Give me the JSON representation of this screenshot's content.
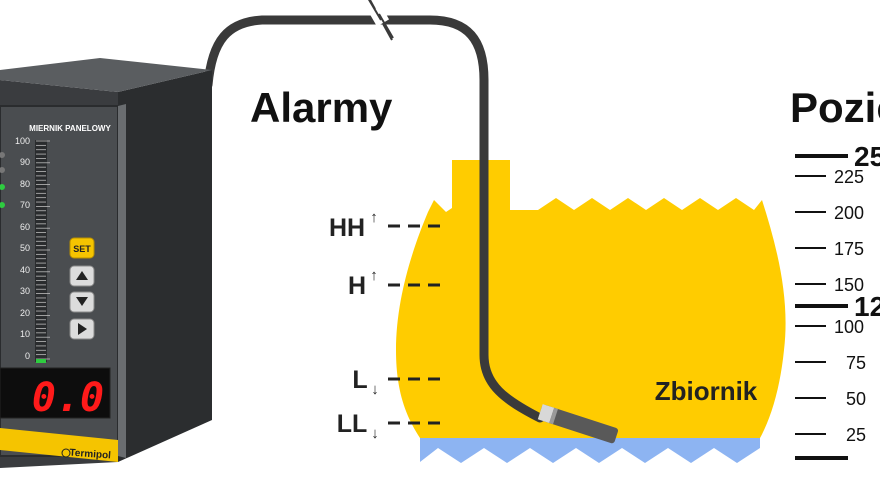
{
  "headings": {
    "alarms": "Alarmy",
    "level": "Pozio"
  },
  "meter": {
    "title": "MIERNIK PANELOWY",
    "scale": [
      "100",
      "90",
      "80",
      "70",
      "60",
      "50",
      "40",
      "30",
      "20",
      "10",
      "0"
    ],
    "display_value": "0.0",
    "set_label": "SET",
    "brand": "Termipol"
  },
  "alarms": [
    {
      "name": "HH",
      "mark": "↑"
    },
    {
      "name": "H",
      "mark": "↑"
    },
    {
      "name": "L",
      "mark": "↓"
    },
    {
      "name": "LL",
      "mark": "↓"
    }
  ],
  "tank": {
    "label": "Zbiornik",
    "fill_color": "#FFCC00",
    "water_color": "#8DB4F2"
  },
  "level_scale": {
    "major": [
      "25",
      "12"
    ],
    "minor": [
      "225",
      "200",
      "175",
      "150",
      "100",
      "75",
      "50",
      "25"
    ]
  },
  "colors": {
    "cable": "#3a3a3a",
    "display_red": "#ff1a1a",
    "meter_body": "#4a4d50",
    "button_yellow": "#f5c400"
  }
}
